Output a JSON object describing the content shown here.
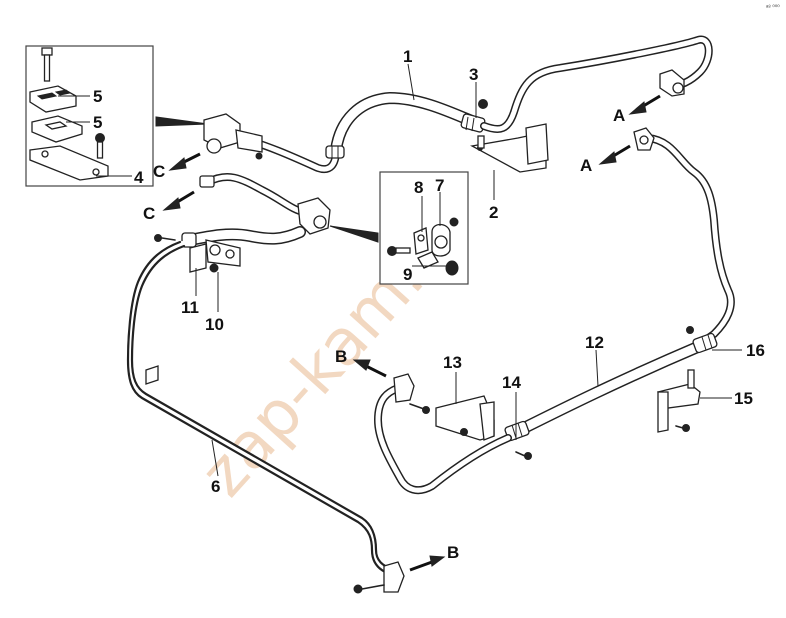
{
  "labels": {
    "p1": "1",
    "p2": "2",
    "p3": "3",
    "p4": "4",
    "p5a": "5",
    "p5b": "5",
    "p6": "6",
    "p7": "7",
    "p8": "8",
    "p9": "9",
    "p10": "10",
    "p11": "11",
    "p12": "12",
    "p13": "13",
    "p14": "14",
    "p15": "15",
    "p16": "16"
  },
  "arrows": {
    "a1": "A",
    "a2": "A",
    "b1": "B",
    "b2": "B",
    "c1": "C",
    "c2": "C"
  },
  "watermark": "zap-kam.ru",
  "corner_mark": "ᵃ⁸ ⁰⁰⁰"
}
